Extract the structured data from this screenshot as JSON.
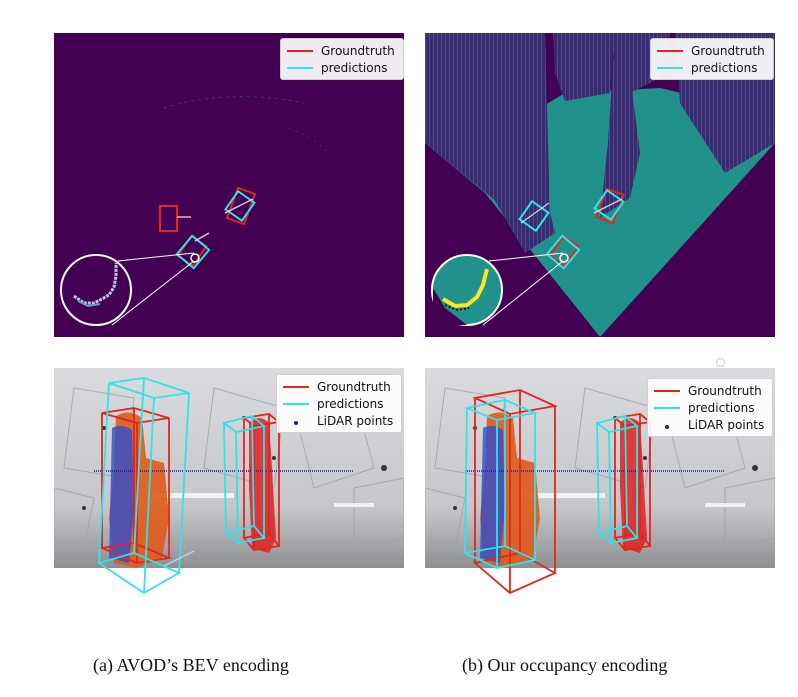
{
  "figure": {
    "legend": {
      "groundtruth": "Groundtruth",
      "predictions": "predictions",
      "lidar_points": "LiDAR points"
    },
    "captions": {
      "a": "(a) AVOD’s BEV encoding",
      "b": "(b) Our occupancy encoding"
    }
  },
  "colors": {
    "groundtruth": "#e0261e",
    "predictions": "#2fe3e8",
    "lidar_points": "#1a1aa8",
    "bev_background": "#440154",
    "occupancy_free": "#21918c",
    "occupancy_edge": "#fde725"
  }
}
